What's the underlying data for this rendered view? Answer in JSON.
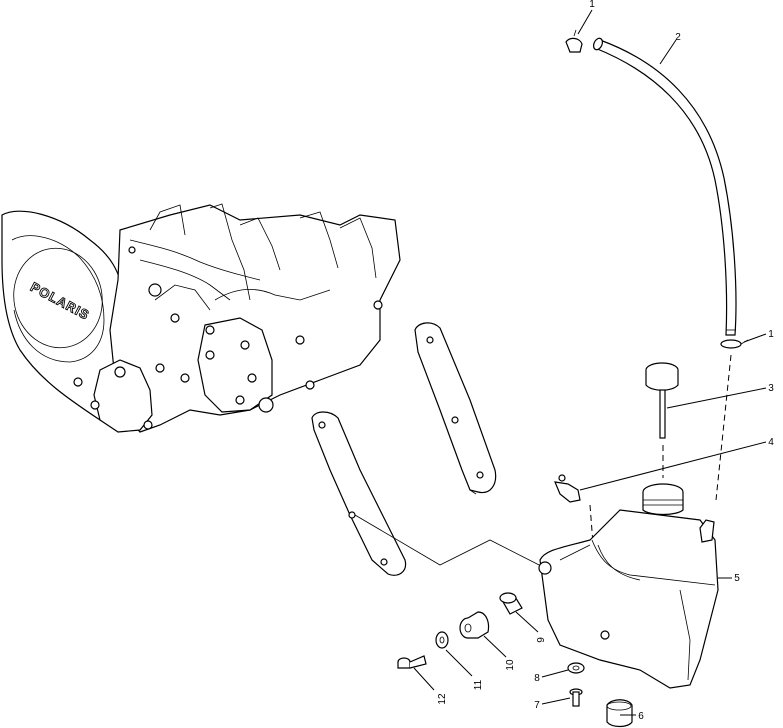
{
  "diagram": {
    "brand_logo_text": "POLARIS",
    "callouts": [
      {
        "id": "c1a",
        "label": "1"
      },
      {
        "id": "c2",
        "label": "2"
      },
      {
        "id": "c1b",
        "label": "1"
      },
      {
        "id": "c3",
        "label": "3"
      },
      {
        "id": "c4",
        "label": "4"
      },
      {
        "id": "c5",
        "label": "5"
      },
      {
        "id": "c6",
        "label": "6"
      },
      {
        "id": "c7",
        "label": "7"
      },
      {
        "id": "c8",
        "label": "8"
      },
      {
        "id": "c9",
        "label": "9"
      },
      {
        "id": "c10",
        "label": "10"
      },
      {
        "id": "c11",
        "label": "11"
      },
      {
        "id": "c12",
        "label": "12"
      }
    ]
  }
}
